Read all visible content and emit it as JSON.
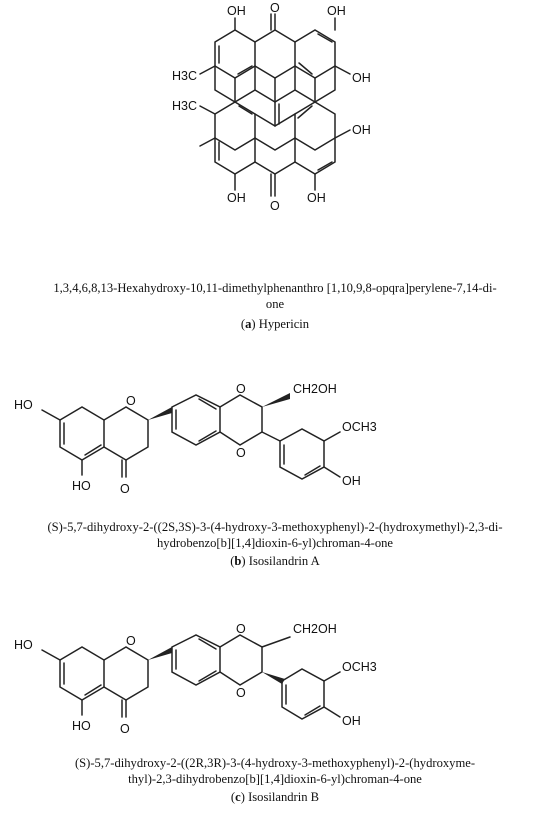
{
  "figures": [
    {
      "compound": "Hypericin",
      "label": "a",
      "iupac_line1": "1,3,4,6,8,13-Hexahydroxy-10,11-dimethylphenanthro [1,10,9,8-opqra]perylene-7,14-di-",
      "iupac_line2": "one",
      "atoms": {
        "oh": "OH",
        "o": "O",
        "ch3": "H3C"
      }
    },
    {
      "compound": "Isosilandrin A",
      "label": "b",
      "iupac_line1": "(S)-5,7-dihydroxy-2-((2S,3S)-3-(4-hydroxy-3-methoxyphenyl)-2-(hydroxymethyl)-2,3-di-",
      "iupac_line2": "hydrobenzo[b][1,4]dioxin-6-yl)chroman-4-one",
      "atoms": {
        "oh": "HO",
        "o": "O",
        "ch2oh": "CH2OH",
        "och3": "OCH3",
        "oh_r": "OH"
      }
    },
    {
      "compound": "Isosilandrin B",
      "label": "c",
      "iupac_line1": "(S)-5,7-dihydroxy-2-((2R,3R)-3-(4-hydroxy-3-methoxyphenyl)-2-(hydroxyme-",
      "iupac_line2": "thyl)-2,3-dihydrobenzo[b][1,4]dioxin-6-yl)chroman-4-one",
      "atoms": {
        "oh": "HO",
        "o": "O",
        "ch2oh": "CH2OH",
        "och3": "OCH3",
        "oh_r": "OH"
      }
    }
  ]
}
